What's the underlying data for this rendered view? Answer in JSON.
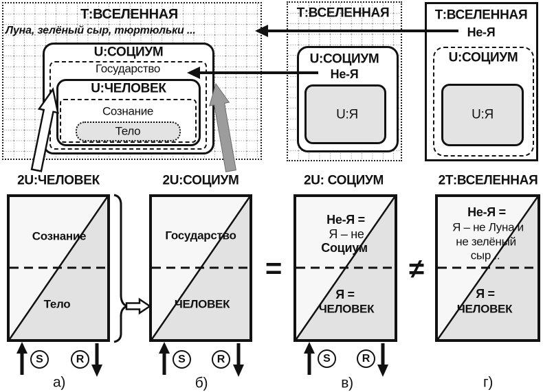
{
  "colors": {
    "ink": "#111111",
    "gray_fill": "#e3e3e3",
    "triangle_upper": "#f7f7f7",
    "triangle_lower": "#e2e2e2",
    "arrow_gray": "#9c9c9c"
  },
  "top": {
    "left": {
      "title": "Т:ВСЕЛЕННАЯ",
      "subtitle": "Луна, зелёный сыр, тюртюльки ...",
      "socium_title": "U:СОЦИУМ",
      "state": "Государство",
      "human_title": "U:ЧЕЛОВЕК",
      "consciousness": "Сознание",
      "body": "Тело"
    },
    "middle": {
      "title": "Т:ВСЕЛЕННАЯ",
      "socium_title": "U:СОЦИУМ",
      "not_i": "Не-Я",
      "i": "U:Я"
    },
    "right": {
      "title": "Т:ВСЕЛЕННАЯ",
      "not_i": "Не-Я",
      "socium_title": "U:СОЦИУМ",
      "i": "U:Я"
    }
  },
  "bottom": {
    "a": {
      "title": "2U:ЧЕЛОВЕК",
      "top": "Сознание",
      "bottom": "Тело",
      "caption": "а)"
    },
    "b": {
      "title": "2U:СОЦИУМ",
      "top": "Государство",
      "bottom": "ЧЕЛОВЕК",
      "caption": "б)"
    },
    "v": {
      "title": "2U: СОЦИУМ",
      "top1": "Не-Я =",
      "top2": "Я – не",
      "top3": "Социум",
      "bot1": "Я =",
      "bot2": "ЧЕЛОВЕК",
      "caption": "в)"
    },
    "g": {
      "title": "2Т:ВСЕЛЕННАЯ",
      "top1": "Не-Я =",
      "top2": "Я – не Луна и",
      "top3": "не зелёный",
      "top4": "сыр ..",
      "bot1": "Я =",
      "bot2": "ЧЕЛОВЕК",
      "caption": "г)"
    },
    "equals": "=",
    "not_equals": "≠",
    "s": "S",
    "r": "R"
  }
}
